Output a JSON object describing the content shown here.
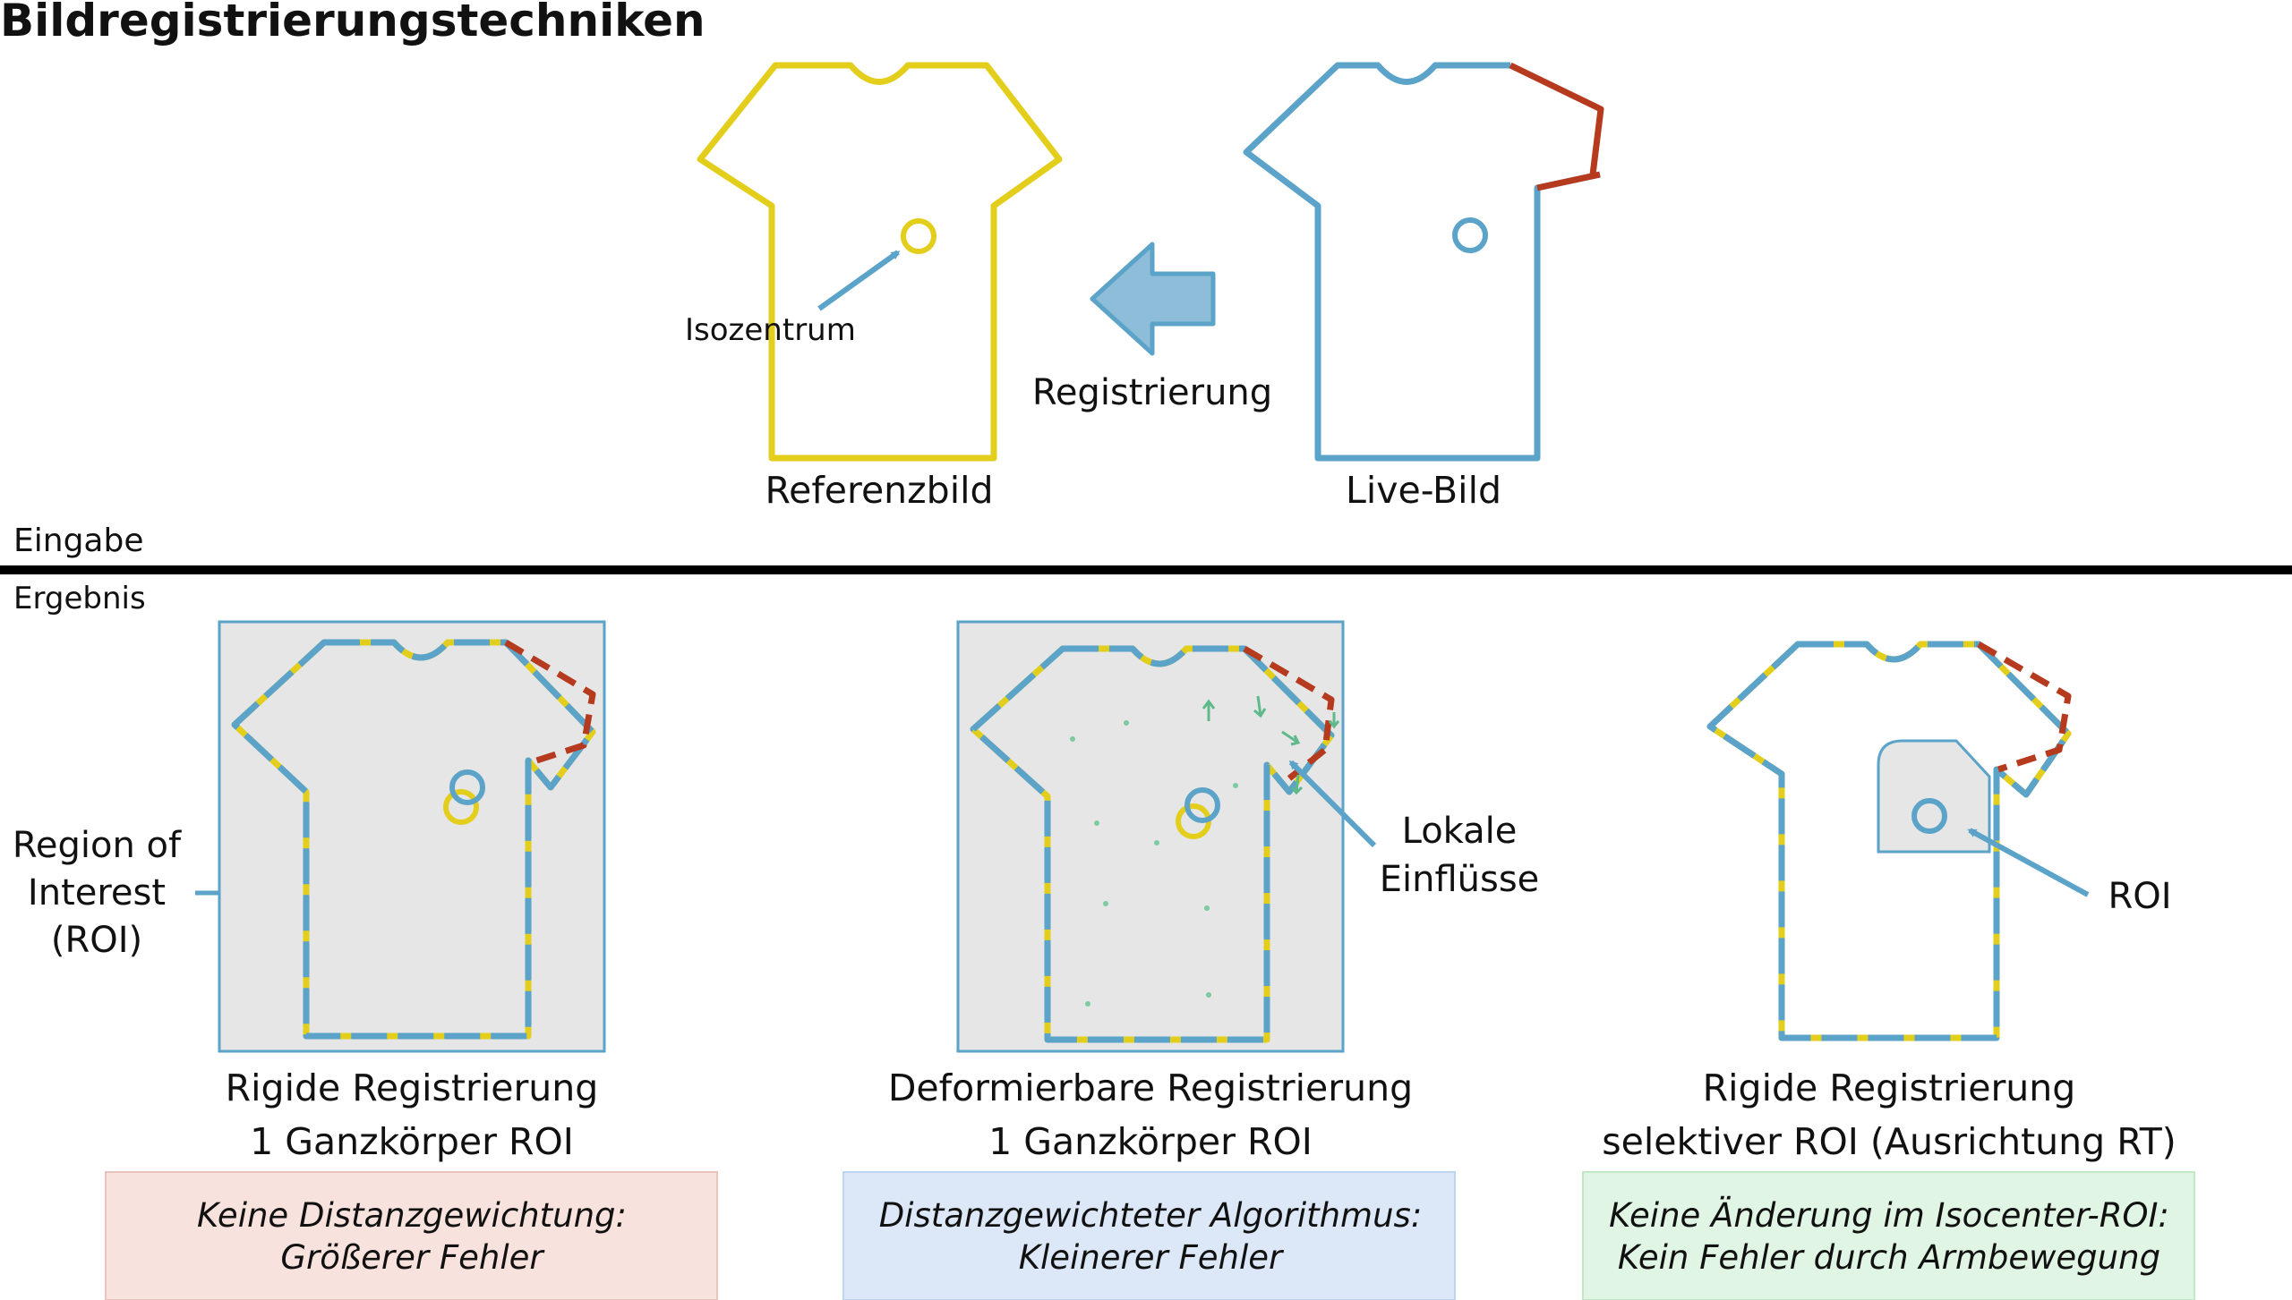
{
  "title": "Bildregistrierungstechniken",
  "input": {
    "isocenter_label": "Isozentrum",
    "registration_label": "Registrierung",
    "reference_label": "Referenzbild",
    "live_label": "Live-Bild"
  },
  "divider": {
    "input_label": "Eingabe",
    "result_label": "Ergebnis"
  },
  "roi_label": [
    "Region of",
    "Interest",
    "(ROI)"
  ],
  "panels": [
    {
      "caption_line1": "Rigide Registrierung",
      "caption_line2": "1 Ganzkörper ROI",
      "note_line1": "Keine Distanzgewichtung:",
      "note_line2": "Größerer Fehler"
    },
    {
      "caption_line1": "Deformierbare Registrierung",
      "caption_line2": "1 Ganzkörper ROI",
      "note_line1": "Distanzgewichteter Algorithmus:",
      "note_line2": "Kleinerer Fehler",
      "callout_line1": "Lokale",
      "callout_line2": "Einflüsse"
    },
    {
      "caption_line1": "Rigide Registrierung",
      "caption_line2": "selektiver ROI (Ausrichtung RT)",
      "note_line1": "Keine Änderung im Isocenter-ROI:",
      "note_line2": "Kein Fehler durch Armbewegung",
      "callout": "ROI"
    }
  ],
  "colors": {
    "reference_yellow": "#E3CE1C",
    "live_blue": "#5BA3C9",
    "moved_red": "#B63A1E",
    "roi_fill": "#E5E6E5",
    "note1_bg": "#F8E2DD",
    "note2_bg": "#DCE8F7",
    "note3_bg": "#E0F5E3",
    "arrow_fill": "#8DBDD8"
  }
}
